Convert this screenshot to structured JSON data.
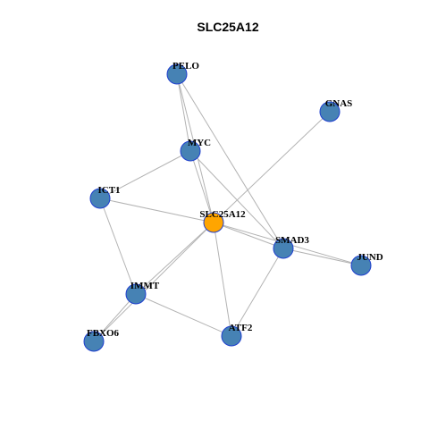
{
  "graph": {
    "title": "SLC25A12",
    "colors": {
      "node": "#4682b4",
      "center": "#ffa500",
      "border": "#1f3fcf",
      "edge": "#b3b3b3"
    },
    "nodes": [
      {
        "id": "SLC25A12",
        "label": "SLC25A12",
        "center": true
      },
      {
        "id": "PELO",
        "label": "PELO"
      },
      {
        "id": "GNAS",
        "label": "GNAS"
      },
      {
        "id": "MYC",
        "label": "MYC"
      },
      {
        "id": "ICT1",
        "label": "ICT1"
      },
      {
        "id": "SMAD3",
        "label": "SMAD3"
      },
      {
        "id": "JUND",
        "label": "JUND"
      },
      {
        "id": "IMMT",
        "label": "IMMT"
      },
      {
        "id": "FBXO6",
        "label": "FBXO6"
      },
      {
        "id": "ATF2",
        "label": "ATF2"
      }
    ],
    "edges": [
      [
        "PELO",
        "MYC"
      ],
      [
        "PELO",
        "SLC25A12"
      ],
      [
        "PELO",
        "SMAD3"
      ],
      [
        "GNAS",
        "SLC25A12"
      ],
      [
        "MYC",
        "ICT1"
      ],
      [
        "MYC",
        "SLC25A12"
      ],
      [
        "MYC",
        "SMAD3"
      ],
      [
        "ICT1",
        "SLC25A12"
      ],
      [
        "ICT1",
        "IMMT"
      ],
      [
        "SLC25A12",
        "SMAD3"
      ],
      [
        "SLC25A12",
        "JUND"
      ],
      [
        "SLC25A12",
        "IMMT"
      ],
      [
        "SLC25A12",
        "FBXO6"
      ],
      [
        "SLC25A12",
        "ATF2"
      ],
      [
        "SMAD3",
        "JUND"
      ],
      [
        "SMAD3",
        "ATF2"
      ],
      [
        "IMMT",
        "FBXO6"
      ],
      [
        "IMMT",
        "ATF2"
      ]
    ]
  }
}
